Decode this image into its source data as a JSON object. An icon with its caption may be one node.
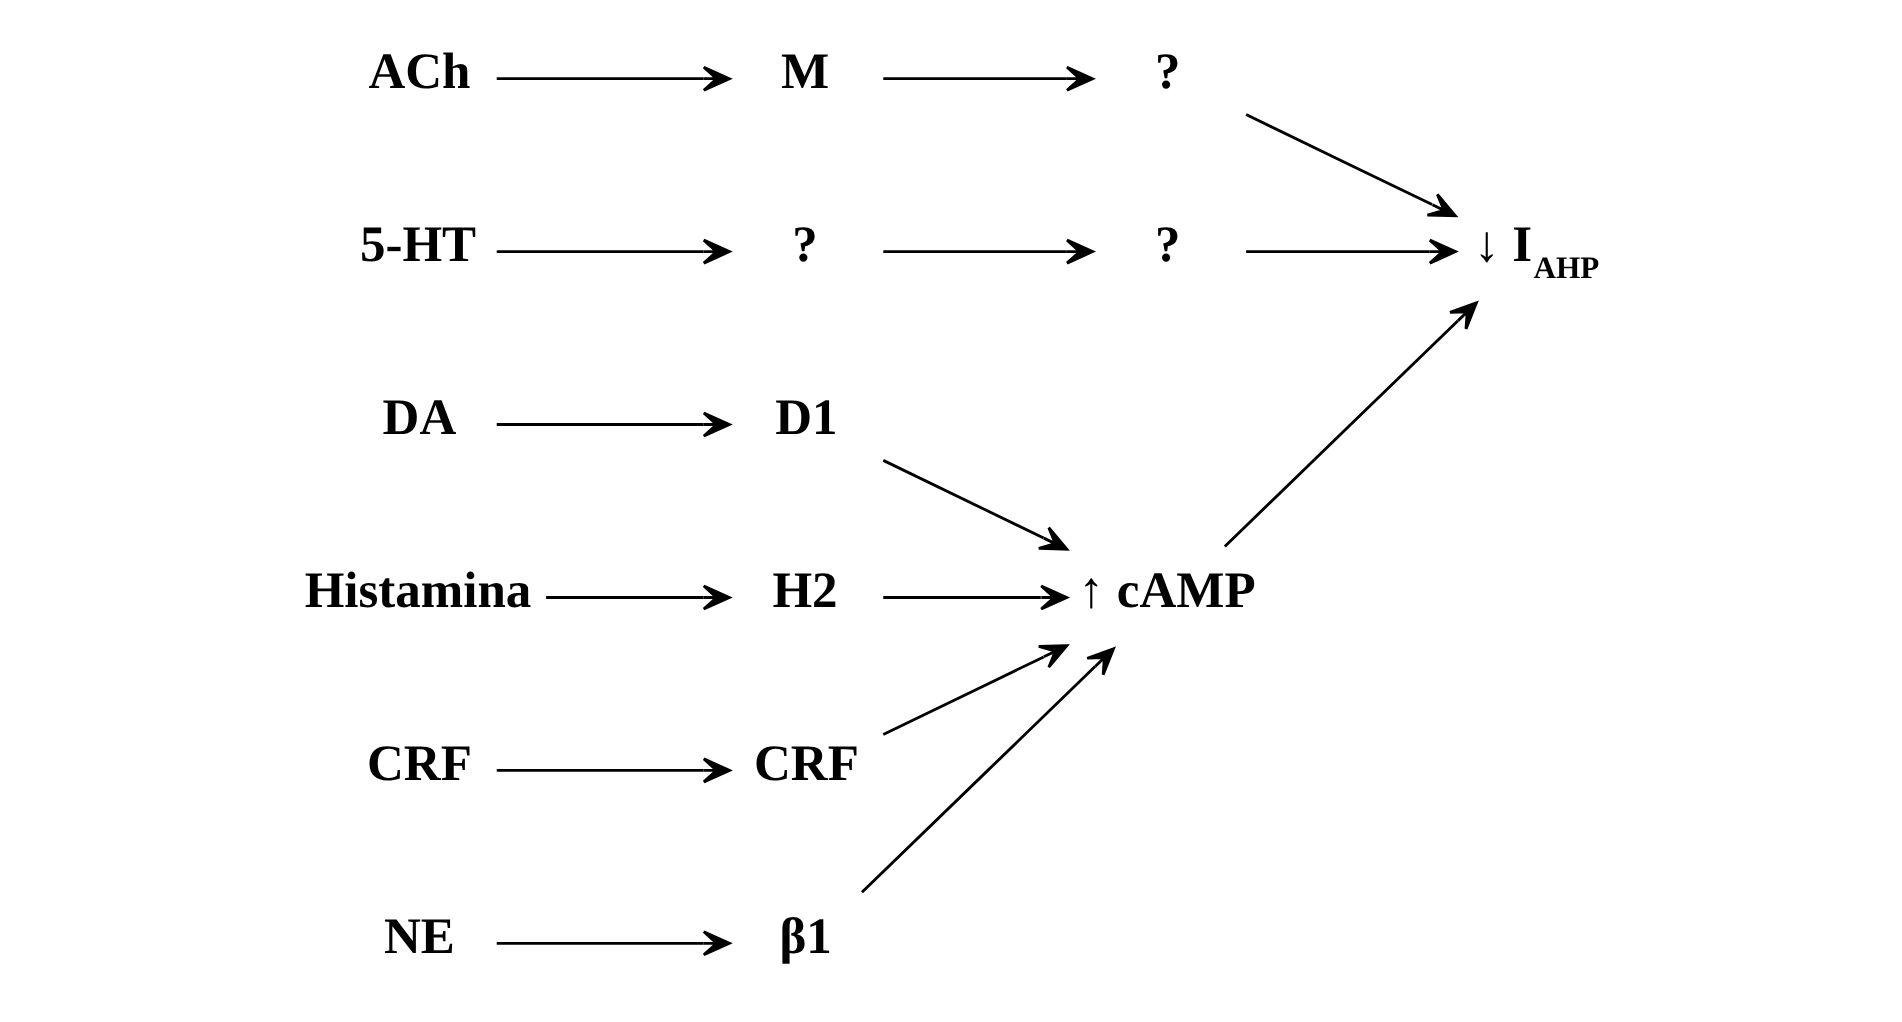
{
  "diagram": {
    "nodes": [
      {
        "text": [
          "DA"
        ]
      },
      {
        "text": [
          "D1"
        ]
      },
      {
        "text": [
          "NE"
        ]
      },
      {
        "text": [
          "β1"
        ]
      },
      {
        "text": [
          "Histamina"
        ]
      },
      {
        "text": [
          "H2"
        ]
      },
      {
        "text": [
          "CRF"
        ]
      },
      {
        "text": [
          "CRF"
        ]
      },
      {
        "text": [
          "ACh"
        ]
      },
      {
        "text": [
          "M"
        ]
      },
      {
        "text": [
          "?"
        ]
      },
      {
        "text": [
          "5-HT"
        ]
      },
      {
        "text": [
          "?"
        ]
      },
      {
        "text": [
          "?"
        ]
      },
      {
        "text": [
          "↑ cAMP"
        ]
      },
      {
        "text": [
          "↓ I$_{AHP}$"
        ]
      }
    ],
    "edges": [
      {
        "from": 0,
        "to": 1,
        "arrow": "to"
      },
      {
        "from": 2,
        "to": 3,
        "arrow": "to"
      },
      {
        "from": 4,
        "to": 5,
        "arrow": "to"
      },
      {
        "from": 6,
        "to": 7,
        "arrow": "to"
      },
      {
        "from": 8,
        "to": 9,
        "arrow": "to"
      },
      {
        "from": 9,
        "to": 10,
        "arrow": "to"
      },
      {
        "from": 11,
        "to": 12,
        "arrow": "to"
      },
      {
        "from": 12,
        "to": 13,
        "arrow": "to"
      },
      {
        "from": 1,
        "to": 14,
        "arrow": "to"
      },
      {
        "from": 3,
        "to": 14,
        "arrow": "to"
      },
      {
        "from": 5,
        "to": 14,
        "arrow": "to"
      },
      {
        "from": 7,
        "to": 14,
        "arrow": "to"
      },
      {
        "from": 14,
        "to": 15,
        "arrow": "to"
      },
      {
        "from": 10,
        "to": 15,
        "arrow": "to"
      },
      {
        "from": 13,
        "to": 15,
        "arrow": "to"
      }
    ]
  }
}
